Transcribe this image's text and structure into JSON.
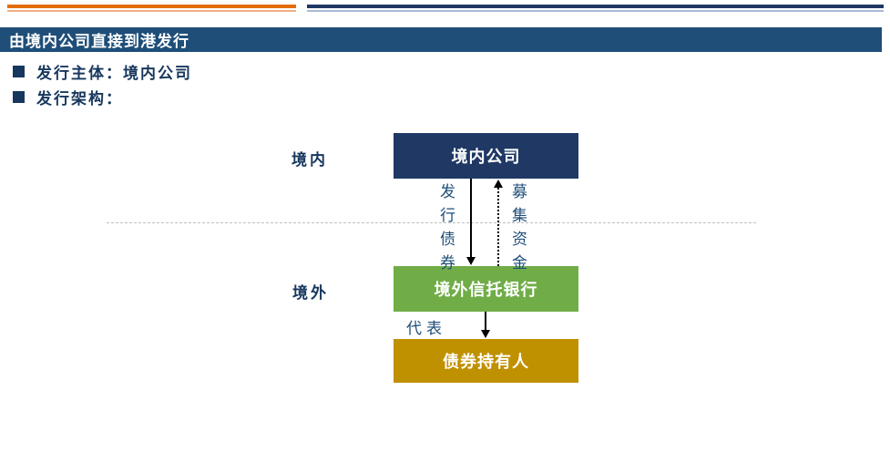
{
  "slide": {
    "header": {
      "title": "由境内公司直接到港发行",
      "bg_color": "#1F4E79",
      "text_color": "#FFFFFF"
    },
    "top_rules": {
      "orange_color": "#E36C0A",
      "navy_color": "#1F3864"
    },
    "bullets": [
      {
        "text": "发行主体：境内公司"
      },
      {
        "text": "发行架构："
      }
    ],
    "diagram": {
      "region_labels": [
        {
          "id": "domestic",
          "text": "境内"
        },
        {
          "id": "offshore",
          "text": "境外"
        }
      ],
      "divider": {
        "style": "dashed",
        "color": "#BFBFBF"
      },
      "nodes": [
        {
          "id": "domestic-company",
          "text": "境内公司",
          "color": "#1F3864"
        },
        {
          "id": "offshore-trust-bank",
          "text": "境外信托银行",
          "color": "#70AD47"
        },
        {
          "id": "bond-holders",
          "text": "债券持有人",
          "color": "#BF9000"
        }
      ],
      "edges": [
        {
          "id": "issue-bonds",
          "text": "发行债券",
          "from": "domestic-company",
          "to": "offshore-trust-bank",
          "style": "solid",
          "direction": "down"
        },
        {
          "id": "raise-funds",
          "text": "募集资金",
          "from": "offshore-trust-bank",
          "to": "domestic-company",
          "style": "dotted",
          "direction": "up"
        },
        {
          "id": "represents",
          "text": "代表",
          "from": "offshore-trust-bank",
          "to": "bond-holders",
          "style": "solid",
          "direction": "down"
        }
      ]
    },
    "colors": {
      "text_navy": "#17375E",
      "edge_label_blue": "#1F4E79"
    }
  }
}
